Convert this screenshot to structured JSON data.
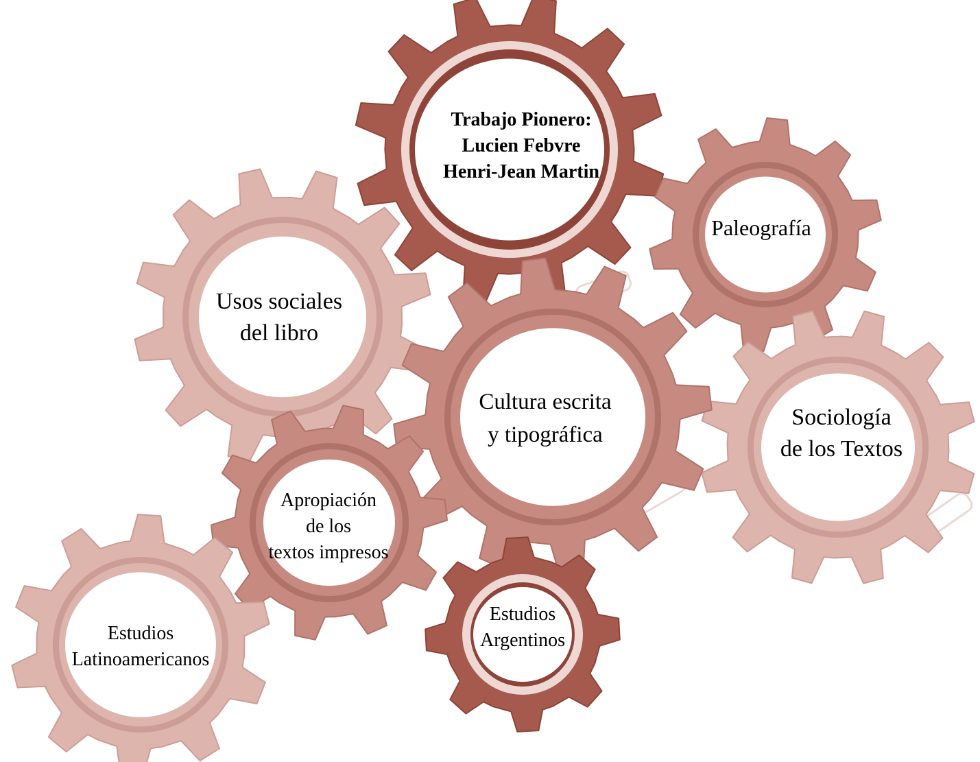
{
  "colors": {
    "dark": "#a65a4e",
    "dark_edge": "#8e4438",
    "medium": "#c68a80",
    "medium_edge": "#b0736a",
    "light": "#ddb5ad",
    "light_edge": "#cc9d95",
    "ring_light": "#efd8d3",
    "center": "#ffffff",
    "watermark": "#ead8d4"
  },
  "gears": [
    {
      "id": "trabajo-pionero",
      "tone": "dark",
      "lines": [
        "Trabajo Pionero:",
        "Lucien Febvre",
        "Henri-Jean Martin"
      ],
      "bold": true
    },
    {
      "id": "paleografia",
      "tone": "medium",
      "lines": [
        "Paleografía"
      ],
      "bold": false
    },
    {
      "id": "usos-sociales",
      "tone": "light",
      "lines": [
        "Usos sociales",
        "del libro"
      ],
      "bold": false
    },
    {
      "id": "cultura-escrita",
      "tone": "medium",
      "lines": [
        "Cultura escrita",
        "y tipográfica"
      ],
      "bold": false
    },
    {
      "id": "sociologia",
      "tone": "light",
      "lines": [
        "Sociología",
        "de los Textos"
      ],
      "bold": false
    },
    {
      "id": "apropiacion",
      "tone": "medium",
      "lines": [
        "Apropiación",
        "de los",
        "textos impresos"
      ],
      "bold": false
    },
    {
      "id": "estudios-argentinos",
      "tone": "dark",
      "lines": [
        "Estudios",
        "Argentinos"
      ],
      "bold": false
    },
    {
      "id": "estudios-latinoamericanos",
      "tone": "light",
      "lines": [
        "Estudios",
        "Latinoamericanos"
      ],
      "bold": false
    }
  ]
}
